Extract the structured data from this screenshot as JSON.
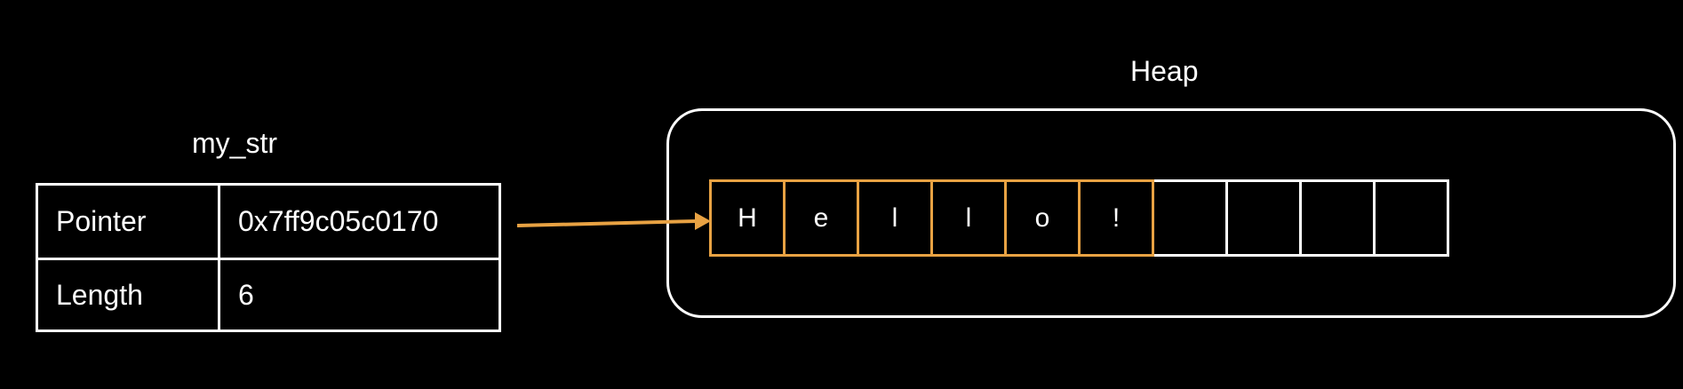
{
  "variable": {
    "name": "my_str",
    "fields": [
      {
        "key": "Pointer",
        "value": "0x7ff9c05c0170"
      },
      {
        "key": "Length",
        "value": "6"
      }
    ]
  },
  "heap": {
    "title": "Heap",
    "cells": [
      "H",
      "e",
      "l",
      "l",
      "o",
      "!",
      "",
      "",
      "",
      ""
    ],
    "used_count": 6
  },
  "colors": {
    "background": "#000000",
    "foreground": "#ffffff",
    "accent": "#e8a243"
  }
}
